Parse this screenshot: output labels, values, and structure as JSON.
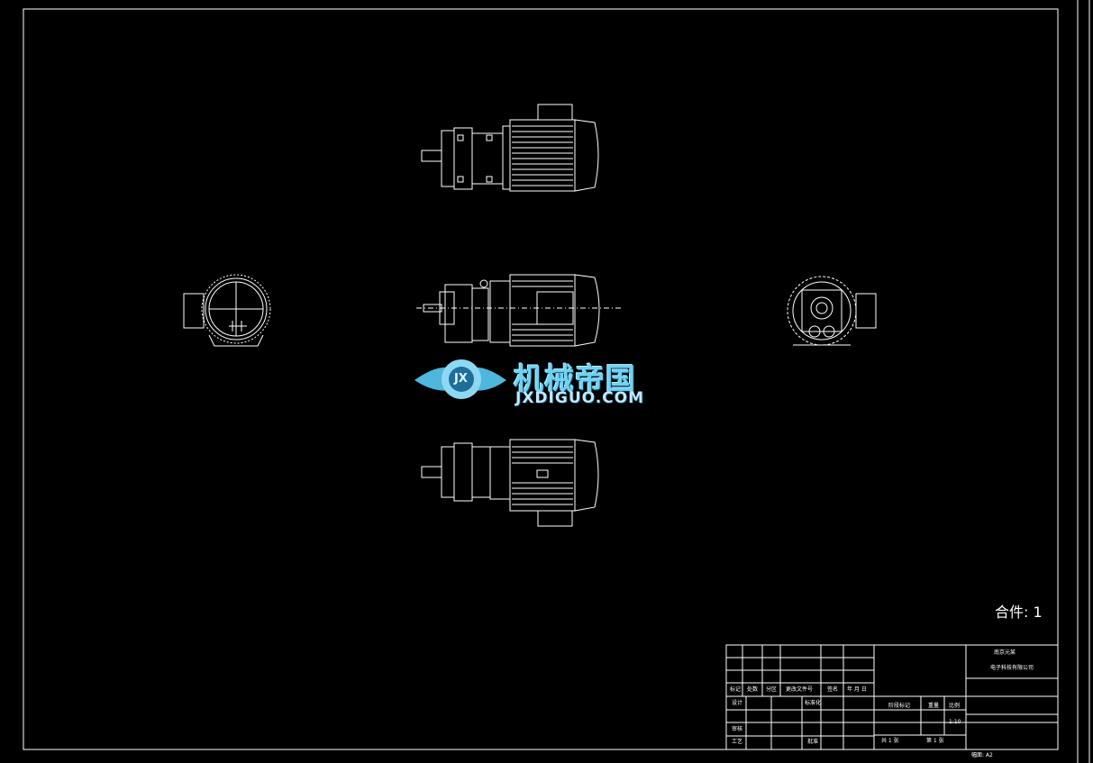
{
  "drawing": {
    "quantity_label": "合件: 1",
    "sheet_label": "幅面: A2"
  },
  "watermark": {
    "name_cn": "机械帝国",
    "name_en": "JXDIGUO.COM",
    "emblem_text": "JX"
  },
  "title_block": {
    "company": "南京元某",
    "company_sub": "电子科技有限公司",
    "header_labels": [
      "标记",
      "处数",
      "分区",
      "更改文件号",
      "签名",
      "年 月 日"
    ],
    "row_labels": [
      "设计",
      "标准化",
      "审核",
      "工艺",
      "批准"
    ],
    "stage_labels": [
      "阶段标记",
      "重量",
      "比例"
    ],
    "scale": "1:10",
    "sheet_total": "共 1 张",
    "sheet_index": "第 1 张"
  },
  "colors": {
    "lines": "#ffffff",
    "background": "#000000",
    "logo_accent": "#6fd3f0"
  }
}
